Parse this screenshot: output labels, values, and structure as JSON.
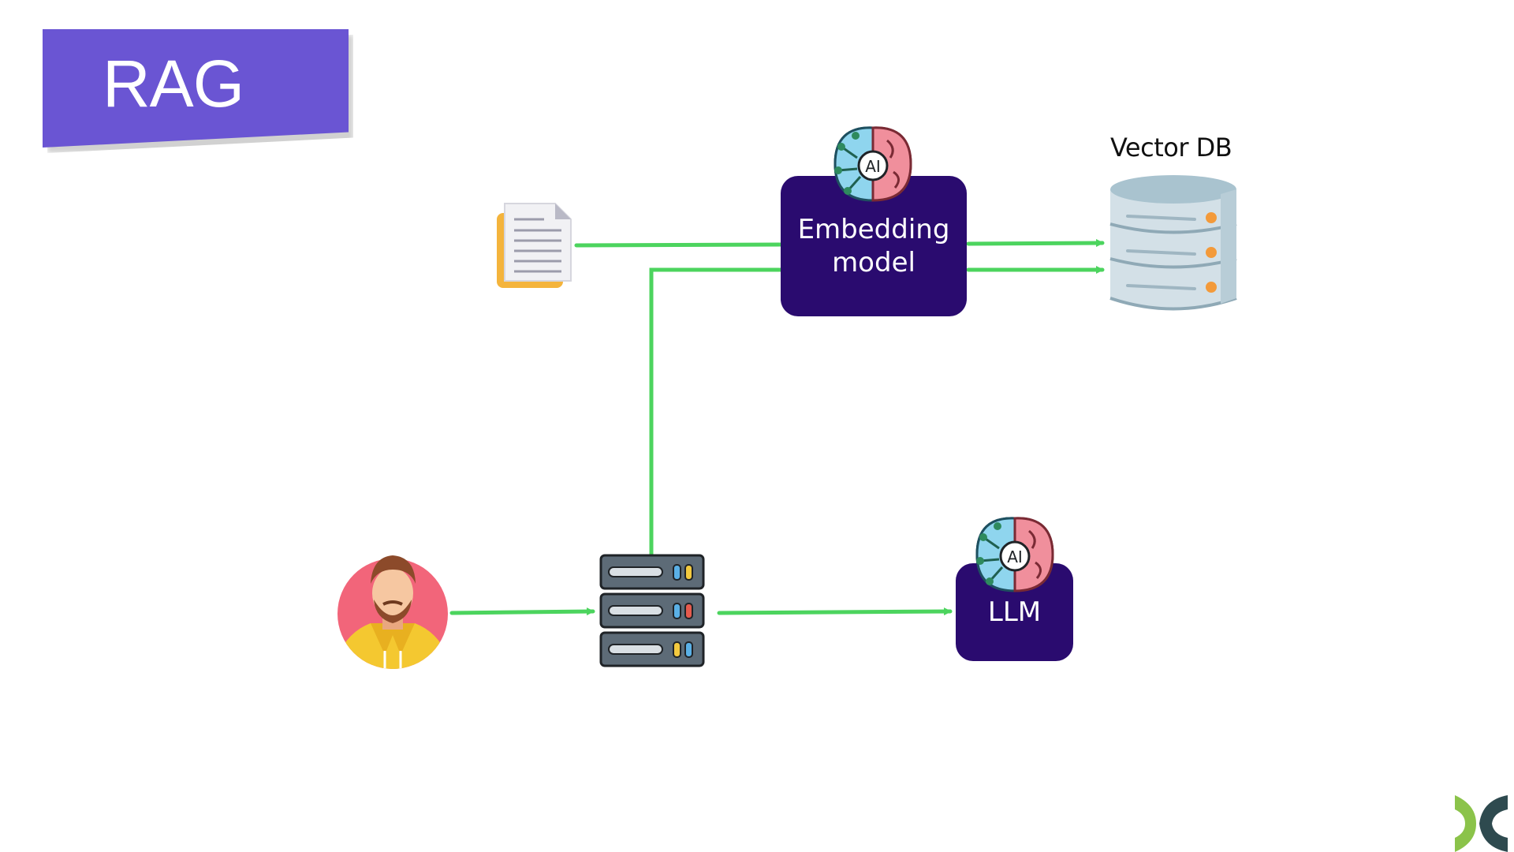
{
  "slide": {
    "title": "RAG"
  },
  "nodes": {
    "document": {
      "icon": "document-icon"
    },
    "embedding_model": {
      "label_line1": "Embedding",
      "label_line2": "model",
      "icon": "ai-brain-icon"
    },
    "vector_db": {
      "label": "Vector DB",
      "icon": "database-icon"
    },
    "user": {
      "icon": "user-avatar-icon"
    },
    "server": {
      "icon": "server-icon"
    },
    "llm": {
      "label": "LLM",
      "icon": "ai-brain-icon"
    }
  },
  "colors": {
    "banner": "#6a55d3",
    "box": "#2a0b6f",
    "arrow": "#4cd45e"
  },
  "brand": {
    "icon": "brand-logo-icon"
  }
}
